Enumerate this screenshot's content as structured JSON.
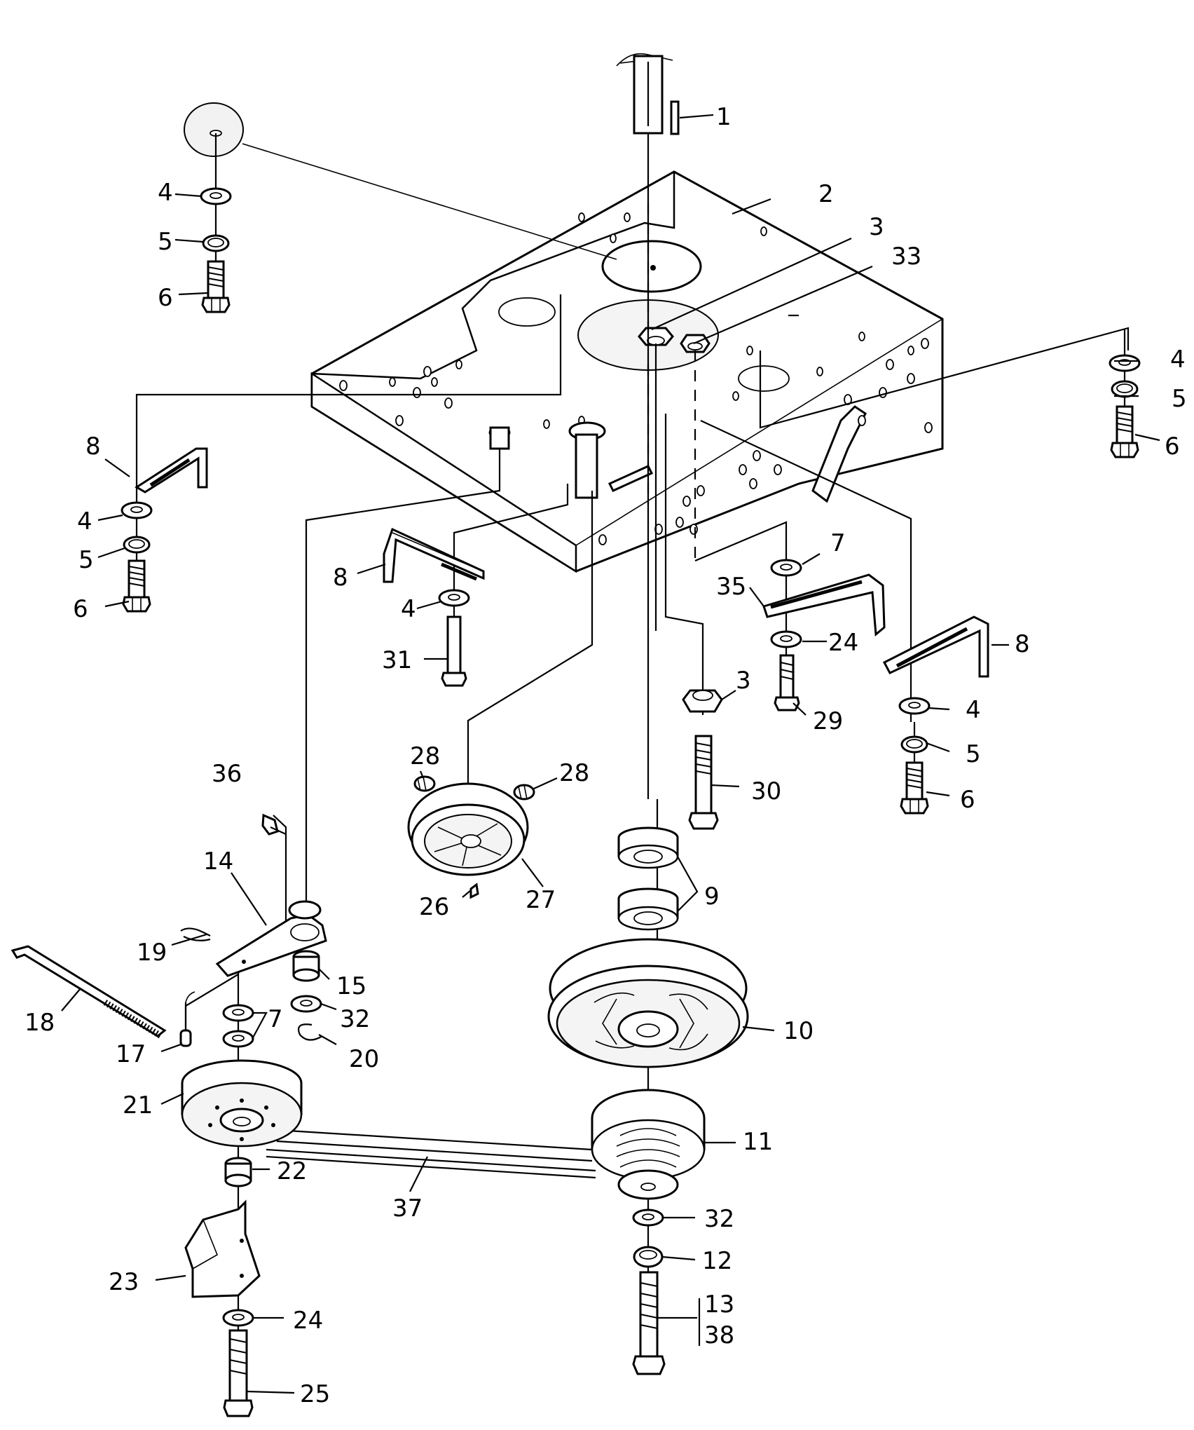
{
  "callouts": [
    {
      "id": "c1",
      "text": "1"
    },
    {
      "id": "c2",
      "text": "2"
    },
    {
      "id": "c3a",
      "text": "3"
    },
    {
      "id": "c33",
      "text": "33"
    },
    {
      "id": "c4a",
      "text": "4"
    },
    {
      "id": "c5a",
      "text": "5"
    },
    {
      "id": "c6a",
      "text": "6"
    },
    {
      "id": "c4b",
      "text": "4"
    },
    {
      "id": "c5b",
      "text": "5"
    },
    {
      "id": "c6b",
      "text": "6"
    },
    {
      "id": "c8a",
      "text": "8"
    },
    {
      "id": "c4c",
      "text": "4"
    },
    {
      "id": "c5c",
      "text": "5"
    },
    {
      "id": "c6c",
      "text": "6"
    },
    {
      "id": "c8b",
      "text": "8"
    },
    {
      "id": "c4d",
      "text": "4"
    },
    {
      "id": "c31",
      "text": "31"
    },
    {
      "id": "c7a",
      "text": "7"
    },
    {
      "id": "c35",
      "text": "35"
    },
    {
      "id": "c24a",
      "text": "24"
    },
    {
      "id": "c29",
      "text": "29"
    },
    {
      "id": "c8c",
      "text": "8"
    },
    {
      "id": "c4e",
      "text": "4"
    },
    {
      "id": "c5e",
      "text": "5"
    },
    {
      "id": "c6e",
      "text": "6"
    },
    {
      "id": "c3b",
      "text": "3"
    },
    {
      "id": "c30",
      "text": "30"
    },
    {
      "id": "c28a",
      "text": "28"
    },
    {
      "id": "c28b",
      "text": "28"
    },
    {
      "id": "c36",
      "text": "36"
    },
    {
      "id": "c26",
      "text": "26"
    },
    {
      "id": "c27",
      "text": "27"
    },
    {
      "id": "c9",
      "text": "9"
    },
    {
      "id": "c14",
      "text": "14"
    },
    {
      "id": "c19",
      "text": "19"
    },
    {
      "id": "c15",
      "text": "15"
    },
    {
      "id": "c32a",
      "text": "32"
    },
    {
      "id": "c20",
      "text": "20"
    },
    {
      "id": "c18",
      "text": "18"
    },
    {
      "id": "c7b",
      "text": "7"
    },
    {
      "id": "c17",
      "text": "17"
    },
    {
      "id": "c10",
      "text": "10"
    },
    {
      "id": "c21",
      "text": "21"
    },
    {
      "id": "c11",
      "text": "11"
    },
    {
      "id": "c22",
      "text": "22"
    },
    {
      "id": "c37",
      "text": "37"
    },
    {
      "id": "c32b",
      "text": "32"
    },
    {
      "id": "c12",
      "text": "12"
    },
    {
      "id": "c23",
      "text": "23"
    },
    {
      "id": "c13",
      "text": "13"
    },
    {
      "id": "c38",
      "text": "38"
    },
    {
      "id": "c24b",
      "text": "24"
    },
    {
      "id": "c25",
      "text": "25"
    }
  ]
}
